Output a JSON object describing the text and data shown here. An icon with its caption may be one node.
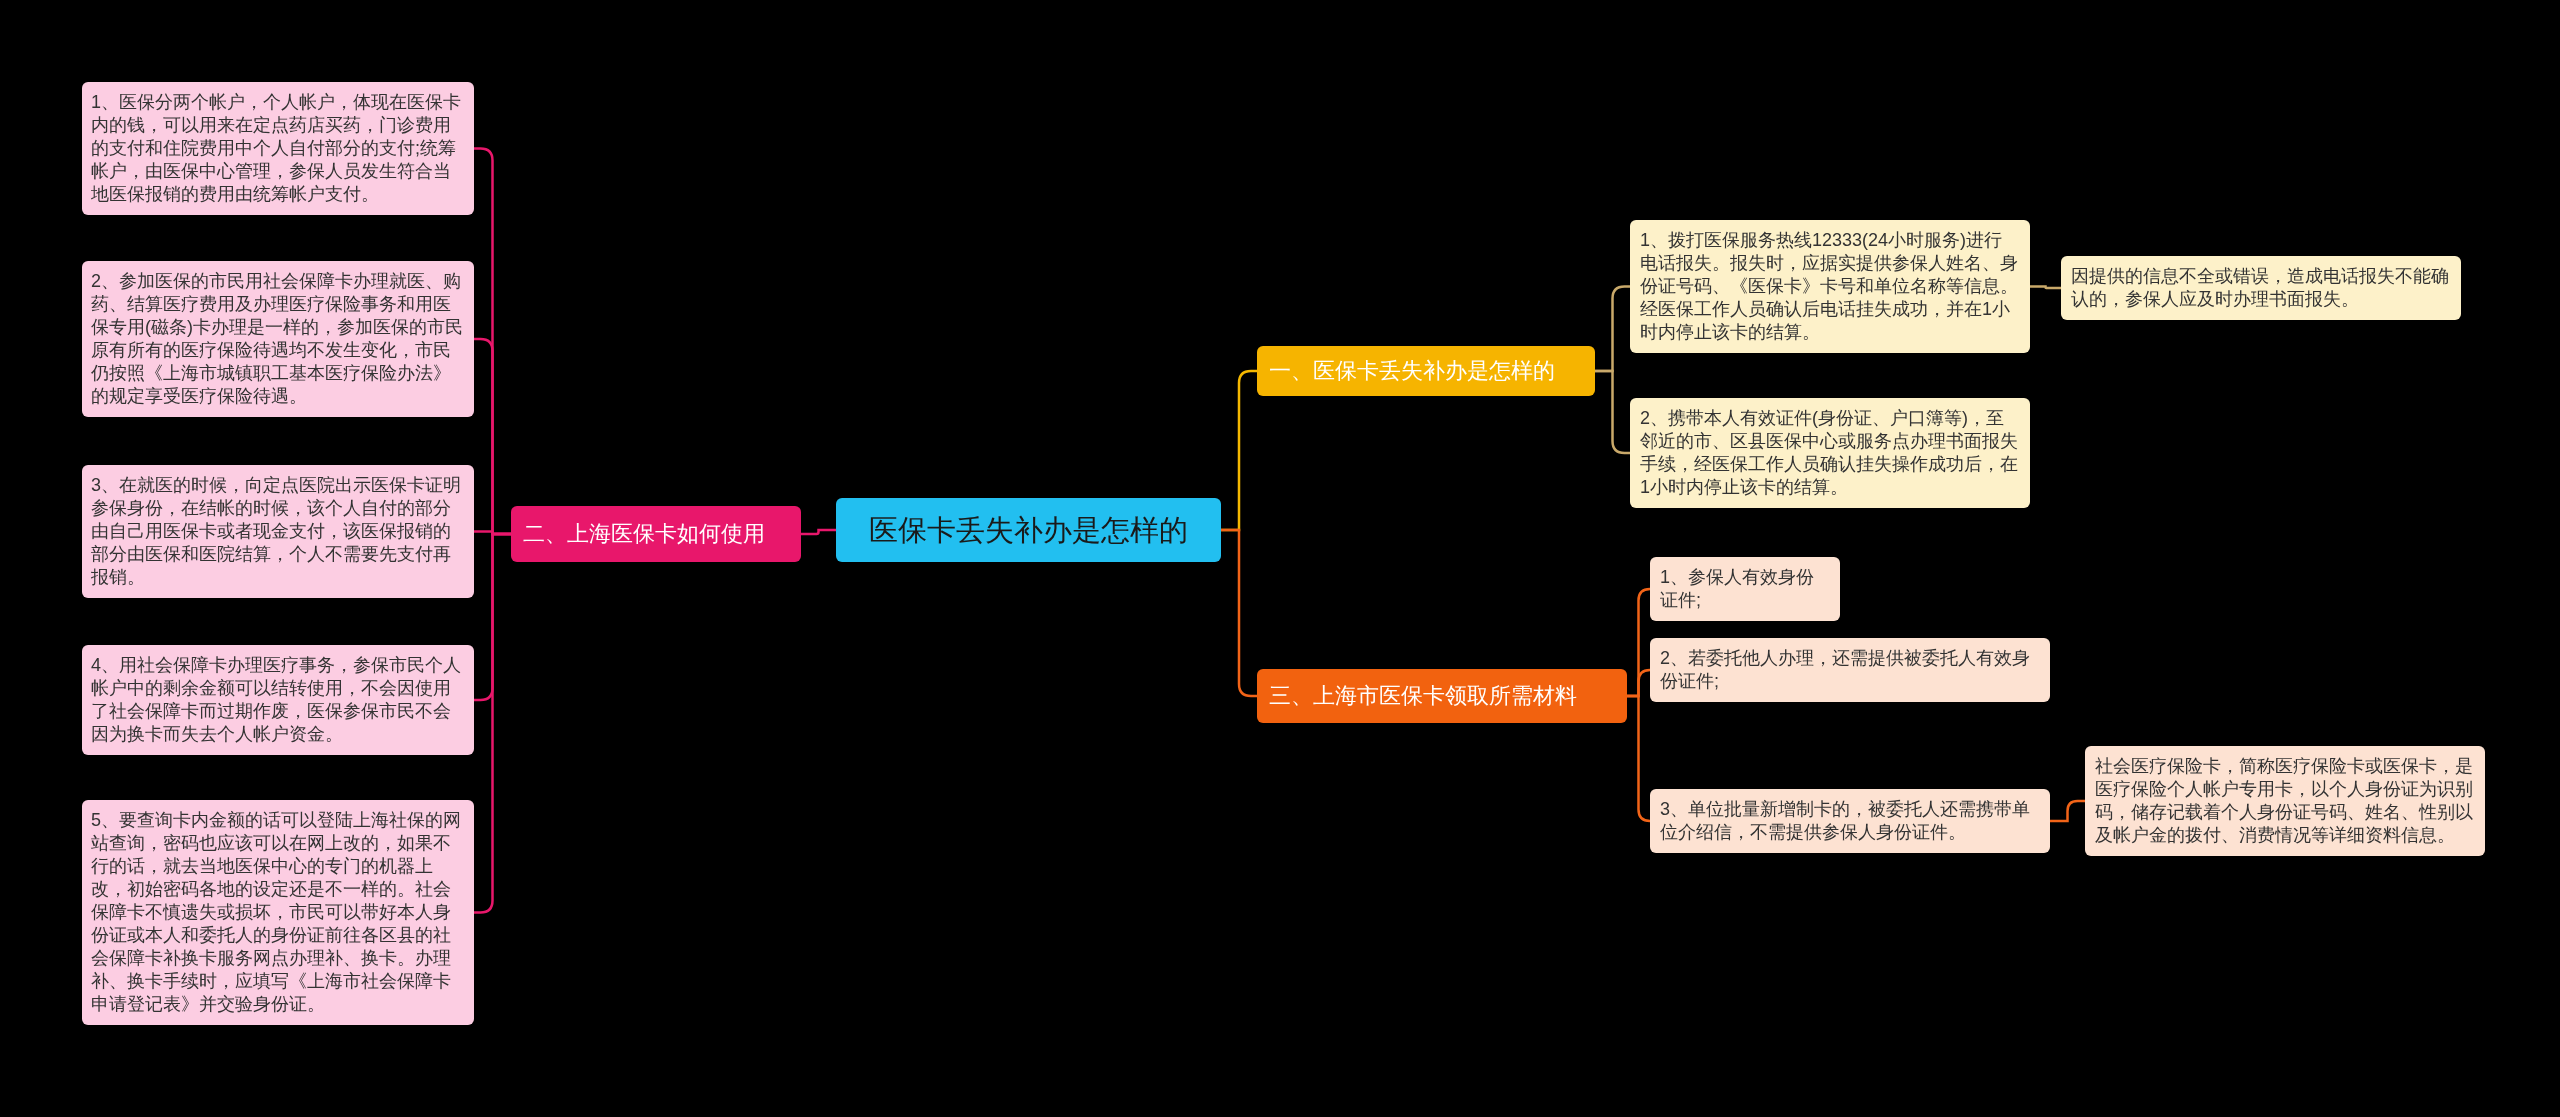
{
  "diagram": {
    "nodes": [
      {
        "text": [
          "医保卡丢失补办是怎样的"
        ]
      },
      {
        "text": [
          "一、医保卡丢失补办是怎样的"
        ]
      },
      {
        "text": [
          "1、拨打医保服务热线12333(24小时服务)进行电话报失。报失时，应据实提供参保人姓名、身份证号码、《医保卡》卡号和单位名称等信息。经医保工作人员确认后电话挂失成功，并在1小时内停止该卡的结算。"
        ]
      },
      {
        "text": [
          "因提供的信息不全或错误，造成电话报失不能确认的，参保人应及时办理书面报失。"
        ]
      },
      {
        "text": [
          "2、携带本人有效证件(身份证、户口簿等)，至邻近的市、区县医保中心或服务点办理书面报失手续，经医保工作人员确认挂失操作成功后，在1小时内停止该卡的结算。"
        ]
      },
      {
        "text": [
          "三、上海市医保卡领取所需材料"
        ]
      },
      {
        "text": [
          "1、参保人有效身份证件;"
        ]
      },
      {
        "text": [
          "2、若委托他人办理，还需提供被委托人有效身份证件;"
        ]
      },
      {
        "text": [
          "3、单位批量新增制卡的，被委托人还需携带单位介绍信，不需提供参保人身份证件。"
        ]
      },
      {
        "text": [
          "社会医疗保险卡，简称医疗保险卡或医保卡，是医疗保险个人帐户专用卡，以个人身份证为识别码，储存记载着个人身份证号码、姓名、性别以及帐户金的拨付、消费情况等详细资料信息。"
        ]
      },
      {
        "text": [
          "二、上海医保卡如何使用"
        ]
      },
      {
        "text": [
          "1、医保分两个帐户，个人帐户，体现在医保卡内的钱，可以用来在定点药店买药，门诊费用的支付和住院费用中个人自付部分的支付;统筹帐户，由医保中心管理，参保人员发生符合当地医保报销的费用由统筹帐户支付。"
        ]
      },
      {
        "text": [
          "2、参加医保的市民用社会保障卡办理就医、购药、结算医疗费用及办理医疗保险事务和用医保专用(磁条)卡办理是一样的，参加医保的市民原有所有的医疗保险待遇均不发生变化，市民仍按照《上海市城镇职工基本医疗保险办法》的规定享受医疗保险待遇。"
        ]
      },
      {
        "text": [
          "3、在就医的时候，向定点医院出示医保卡证明参保身份，在结帐的时候，该个人自付的部分由自己用医保卡或者现金支付，该医保报销的部分由医保和医院结算，个人不需要先支付再报销。"
        ]
      },
      {
        "text": [
          "4、用社会保障卡办理医疗事务，参保市民个人帐户中的剩余金额可以结转使用，不会因使用了社会保障卡而过期作废，医保参保市民不会因为换卡而失去个人帐户资金。"
        ]
      },
      {
        "text": [
          "5、要查询卡内金额的话可以登陆上海社保的网站查询，密码也应该可以在网上改的，如果不行的话，就去当地医保中心的专门的机器上改，初始密码各地的设定还是不一样的。社会保障卡不慎遗失或损坏，市民可以带好本人身份证或本人和委托人的身份证前往各区县的社会保障卡补换卡服务网点办理补、换卡。办理补、换卡手续时，应填写《上海市社会保障卡申请登记表》并交验身份证。"
        ]
      }
    ],
    "edges": [
      {
        "from": 0,
        "to": 1,
        "arrow": "none",
        "color": "#f5b800"
      },
      {
        "from": 1,
        "to": 2,
        "arrow": "none",
        "color": "#c9a96a"
      },
      {
        "from": 1,
        "to": 4,
        "arrow": "none",
        "color": "#c9a96a"
      },
      {
        "from": 2,
        "to": 3,
        "arrow": "none",
        "color": "#c9a96a"
      },
      {
        "from": 0,
        "to": 5,
        "arrow": "none",
        "color": "#f26418"
      },
      {
        "from": 5,
        "to": 6,
        "arrow": "none",
        "color": "#f26418"
      },
      {
        "from": 5,
        "to": 7,
        "arrow": "none",
        "color": "#f26418"
      },
      {
        "from": 5,
        "to": 8,
        "arrow": "none",
        "color": "#f26418"
      },
      {
        "from": 8,
        "to": 9,
        "arrow": "none",
        "color": "#f26418"
      },
      {
        "from": 0,
        "to": 10,
        "arrow": "none",
        "color": "#e8176b"
      },
      {
        "from": 10,
        "to": 11,
        "arrow": "none",
        "color": "#e8176b"
      },
      {
        "from": 10,
        "to": 12,
        "arrow": "none",
        "color": "#e8176b"
      },
      {
        "from": 10,
        "to": 13,
        "arrow": "none",
        "color": "#e8176b"
      },
      {
        "from": 10,
        "to": 14,
        "arrow": "none",
        "color": "#e8176b"
      },
      {
        "from": 10,
        "to": 15,
        "arrow": "none",
        "color": "#e8176b"
      }
    ]
  }
}
